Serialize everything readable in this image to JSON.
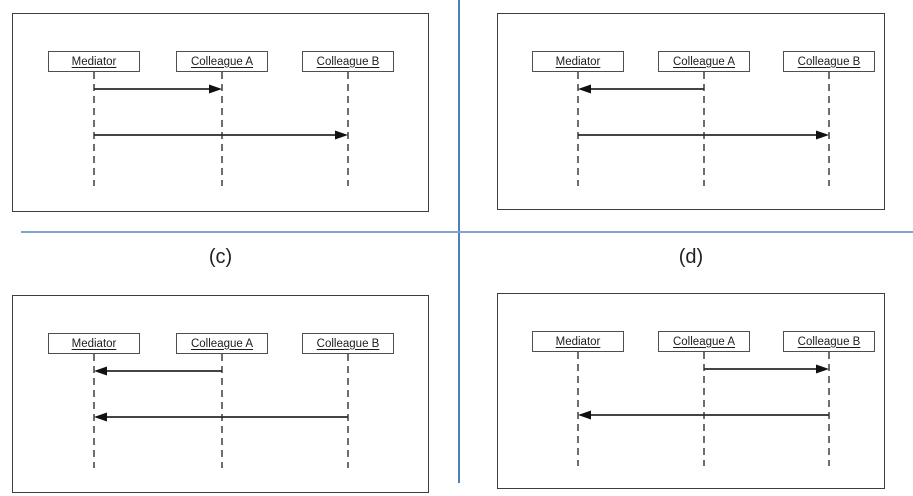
{
  "figure": {
    "divider_color_vertical": "#4d80ba",
    "divider_color_horizontal": "#7fa2cf",
    "line_color": "#2a2a2a",
    "row_labels": [
      {
        "text": "(c)"
      },
      {
        "text": "(d)"
      }
    ]
  },
  "diagrams": [
    {
      "position": "top-left",
      "participants": [
        {
          "label": "Mediator"
        },
        {
          "label": "Colleague A"
        },
        {
          "label": "Colleague B"
        }
      ],
      "messages": [
        {
          "from": "Mediator",
          "to": "Colleague A"
        },
        {
          "from": "Mediator",
          "to": "Colleague B"
        }
      ]
    },
    {
      "position": "top-right",
      "participants": [
        {
          "label": "Mediator"
        },
        {
          "label": "Colleague A"
        },
        {
          "label": "Colleague B"
        }
      ],
      "messages": [
        {
          "from": "Colleague A",
          "to": "Mediator"
        },
        {
          "from": "Mediator",
          "to": "Colleague B"
        }
      ]
    },
    {
      "position": "bottom-left",
      "participants": [
        {
          "label": "Mediator"
        },
        {
          "label": "Colleague A"
        },
        {
          "label": "Colleague B"
        }
      ],
      "messages": [
        {
          "from": "Colleague A",
          "to": "Mediator"
        },
        {
          "from": "Colleague B",
          "to": "Mediator"
        }
      ]
    },
    {
      "position": "bottom-right",
      "participants": [
        {
          "label": "Mediator"
        },
        {
          "label": "Colleague A"
        },
        {
          "label": "Colleague B"
        }
      ],
      "messages": [
        {
          "from": "Colleague A",
          "to": "Colleague B"
        },
        {
          "from": "Colleague B",
          "to": "Mediator"
        }
      ]
    }
  ]
}
